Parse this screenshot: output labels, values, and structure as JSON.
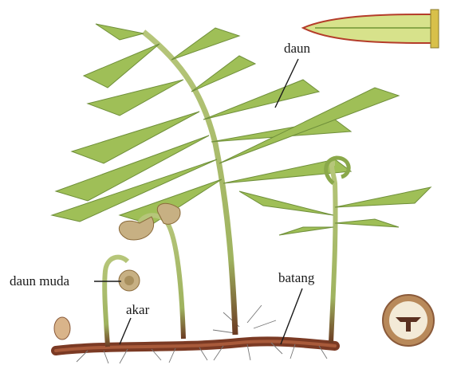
{
  "labels": {
    "leaf": "daun",
    "young_leaf": "daun muda",
    "root": "akar",
    "stem": "batang"
  },
  "colors": {
    "frond_fill": "#9fbf57",
    "frond_dark": "#6f8f3a",
    "stalk": "#a7b96a",
    "stalk_base": "#6b3a22",
    "rhizome": "#7b3a24",
    "pinnule_outline": "#b43c2a",
    "pinnule_fill": "#d7e28b",
    "section_ring": "#8a5a3a",
    "section_core": "#5a3020",
    "section_pith": "#f3ead7"
  },
  "icons": {
    "pinnule_detail": "fern-pinnule-icon",
    "stem_section": "stem-cross-section-icon"
  }
}
